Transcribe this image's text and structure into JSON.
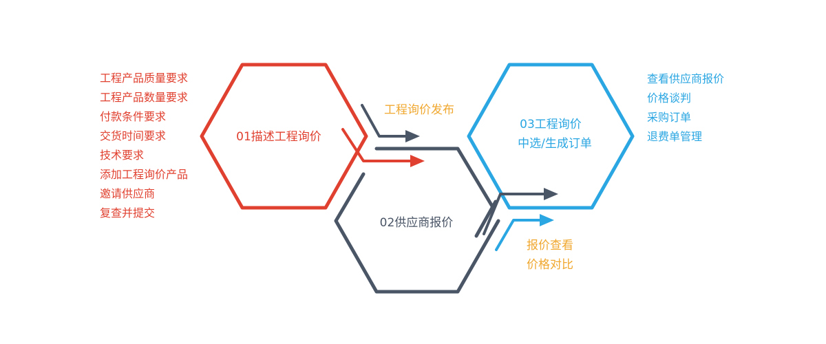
{
  "colors": {
    "red": "#e0402f",
    "dark": "#4a5566",
    "blue": "#2aa6e2",
    "orange": "#f0a830"
  },
  "step1": {
    "label": "01描述工程询价",
    "items": [
      "工程产品质量要求",
      "工程产品数量要求",
      "付款条件要求",
      "交货时间要求",
      "技术要求",
      "添加工程询价产品",
      "邀请供应商",
      "复查并提交"
    ]
  },
  "step2": {
    "label": "02供应商报价"
  },
  "step3": {
    "label_line1": "03工程询价",
    "label_line2": "中选/生成订单",
    "items": [
      "查看供应商报价",
      "价格谈判",
      "采购订单",
      "退费单管理"
    ]
  },
  "connectors": {
    "publish": "工程询价发布",
    "compare_line1": "报价查看",
    "compare_line2": "价格对比"
  }
}
